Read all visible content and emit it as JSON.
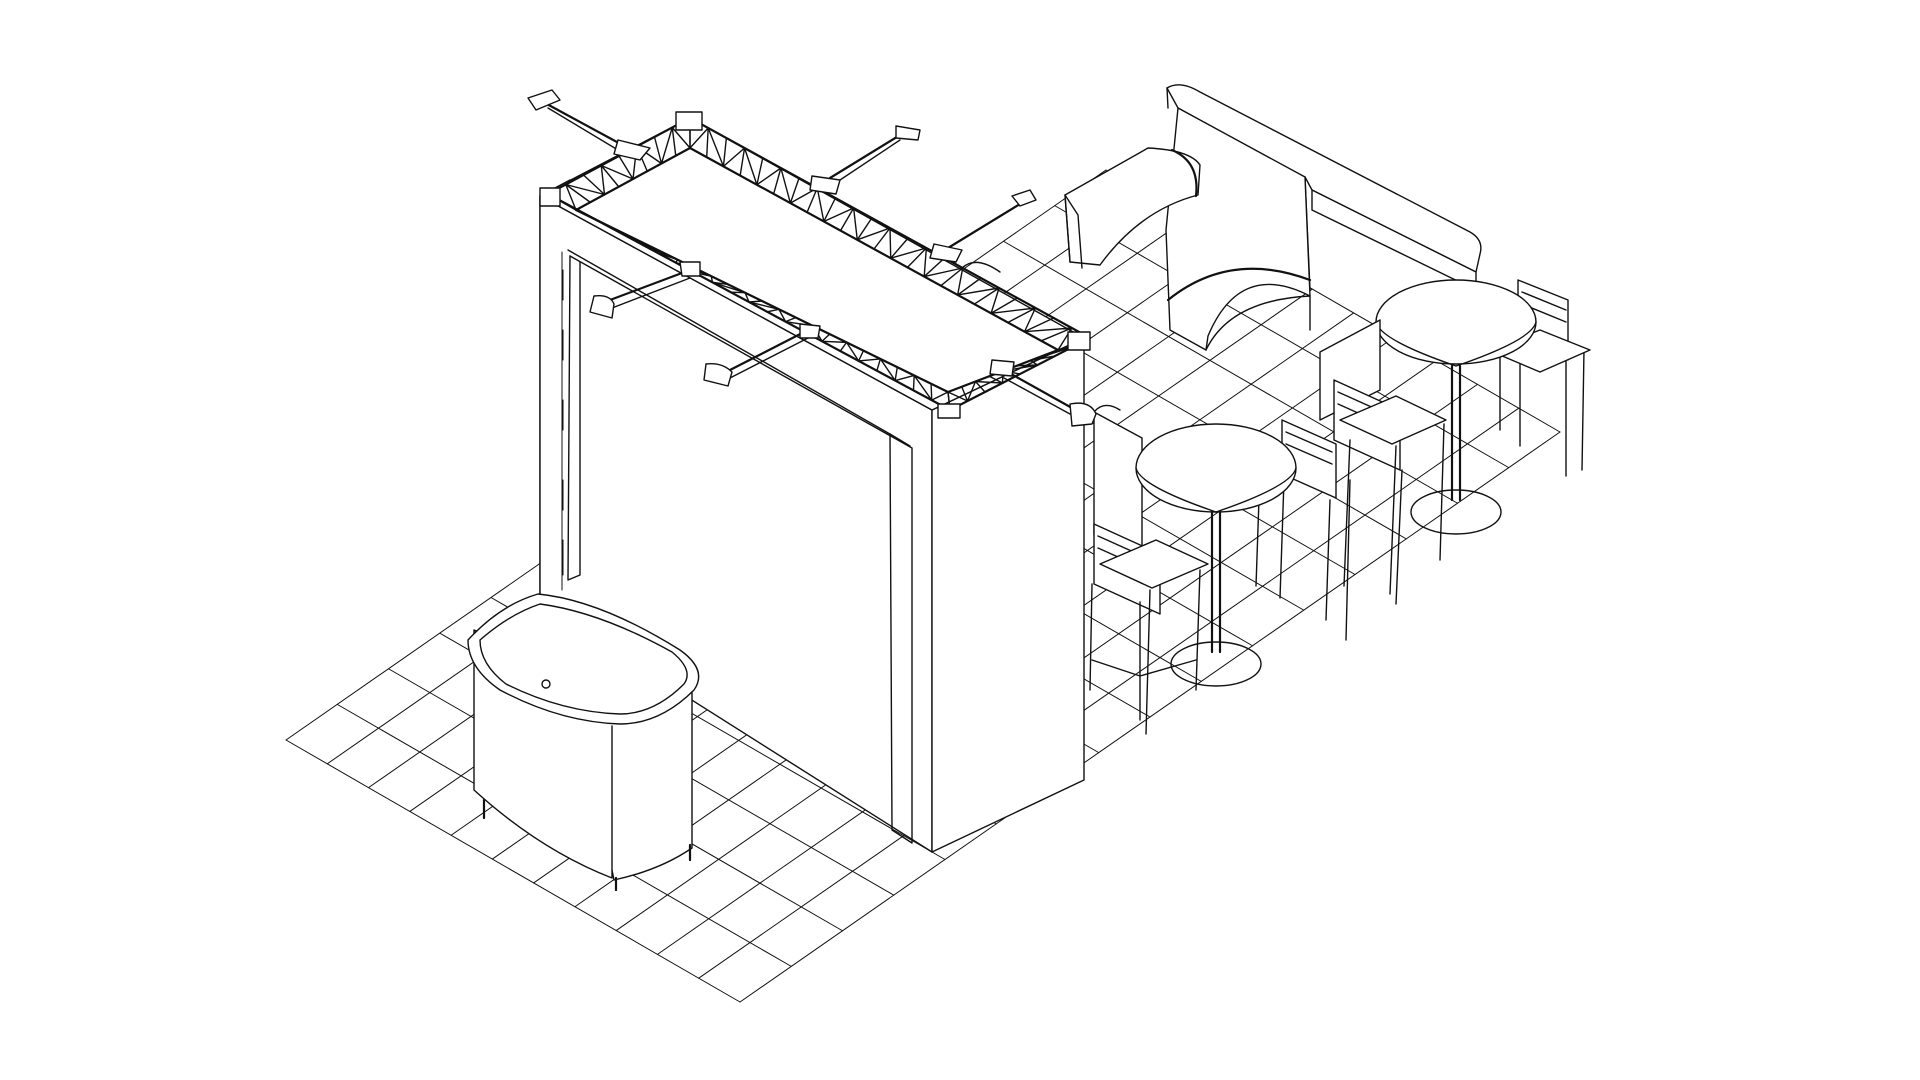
{
  "drawing": {
    "style": "isometric line drawing",
    "line_color": "#111111",
    "background_color": "#ffffff",
    "floor": {
      "tile_pattern": "square grid"
    },
    "components": [
      {
        "name": "booth-wall-tower",
        "count": 1
      },
      {
        "name": "overhead-truss-frame",
        "count": 1
      },
      {
        "name": "arm-spotlight",
        "count": 6
      },
      {
        "name": "curved-reception-counter",
        "count": 1
      },
      {
        "name": "curved-lounge-sofa",
        "count": 1
      },
      {
        "name": "round-bar-table",
        "count": 2
      },
      {
        "name": "bar-stool",
        "count": 4
      }
    ]
  }
}
